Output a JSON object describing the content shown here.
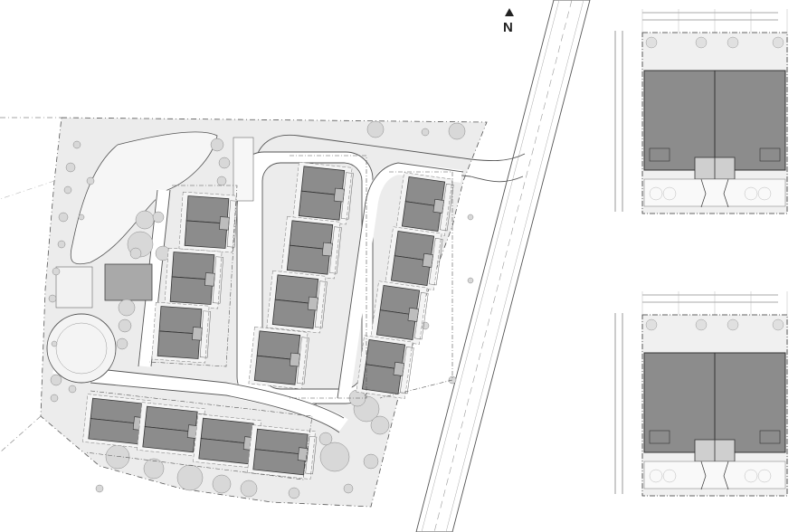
{
  "north_arrow": {
    "label": "N",
    "icon": "north-arrow-icon"
  },
  "colors": {
    "building_fill": "#8c8c8c",
    "building_stroke": "#333333",
    "site_fill": "#e9e9e9",
    "road_fill": "#ffffff",
    "road_edge": "#555555",
    "tree_fill": "#d8d8d8",
    "line_dark": "#333333",
    "line_light": "#9a9a9a",
    "paving_fill": "#cfcfcf"
  },
  "site_plan": {
    "building_groups": [
      {
        "name": "west-row",
        "units": 3
      },
      {
        "name": "center-row",
        "units": 4
      },
      {
        "name": "east-row",
        "units": 4
      },
      {
        "name": "south-row",
        "units": 4
      }
    ]
  },
  "unit_details": [
    {
      "name": "upper-duplex-plan"
    },
    {
      "name": "lower-duplex-plan"
    }
  ]
}
